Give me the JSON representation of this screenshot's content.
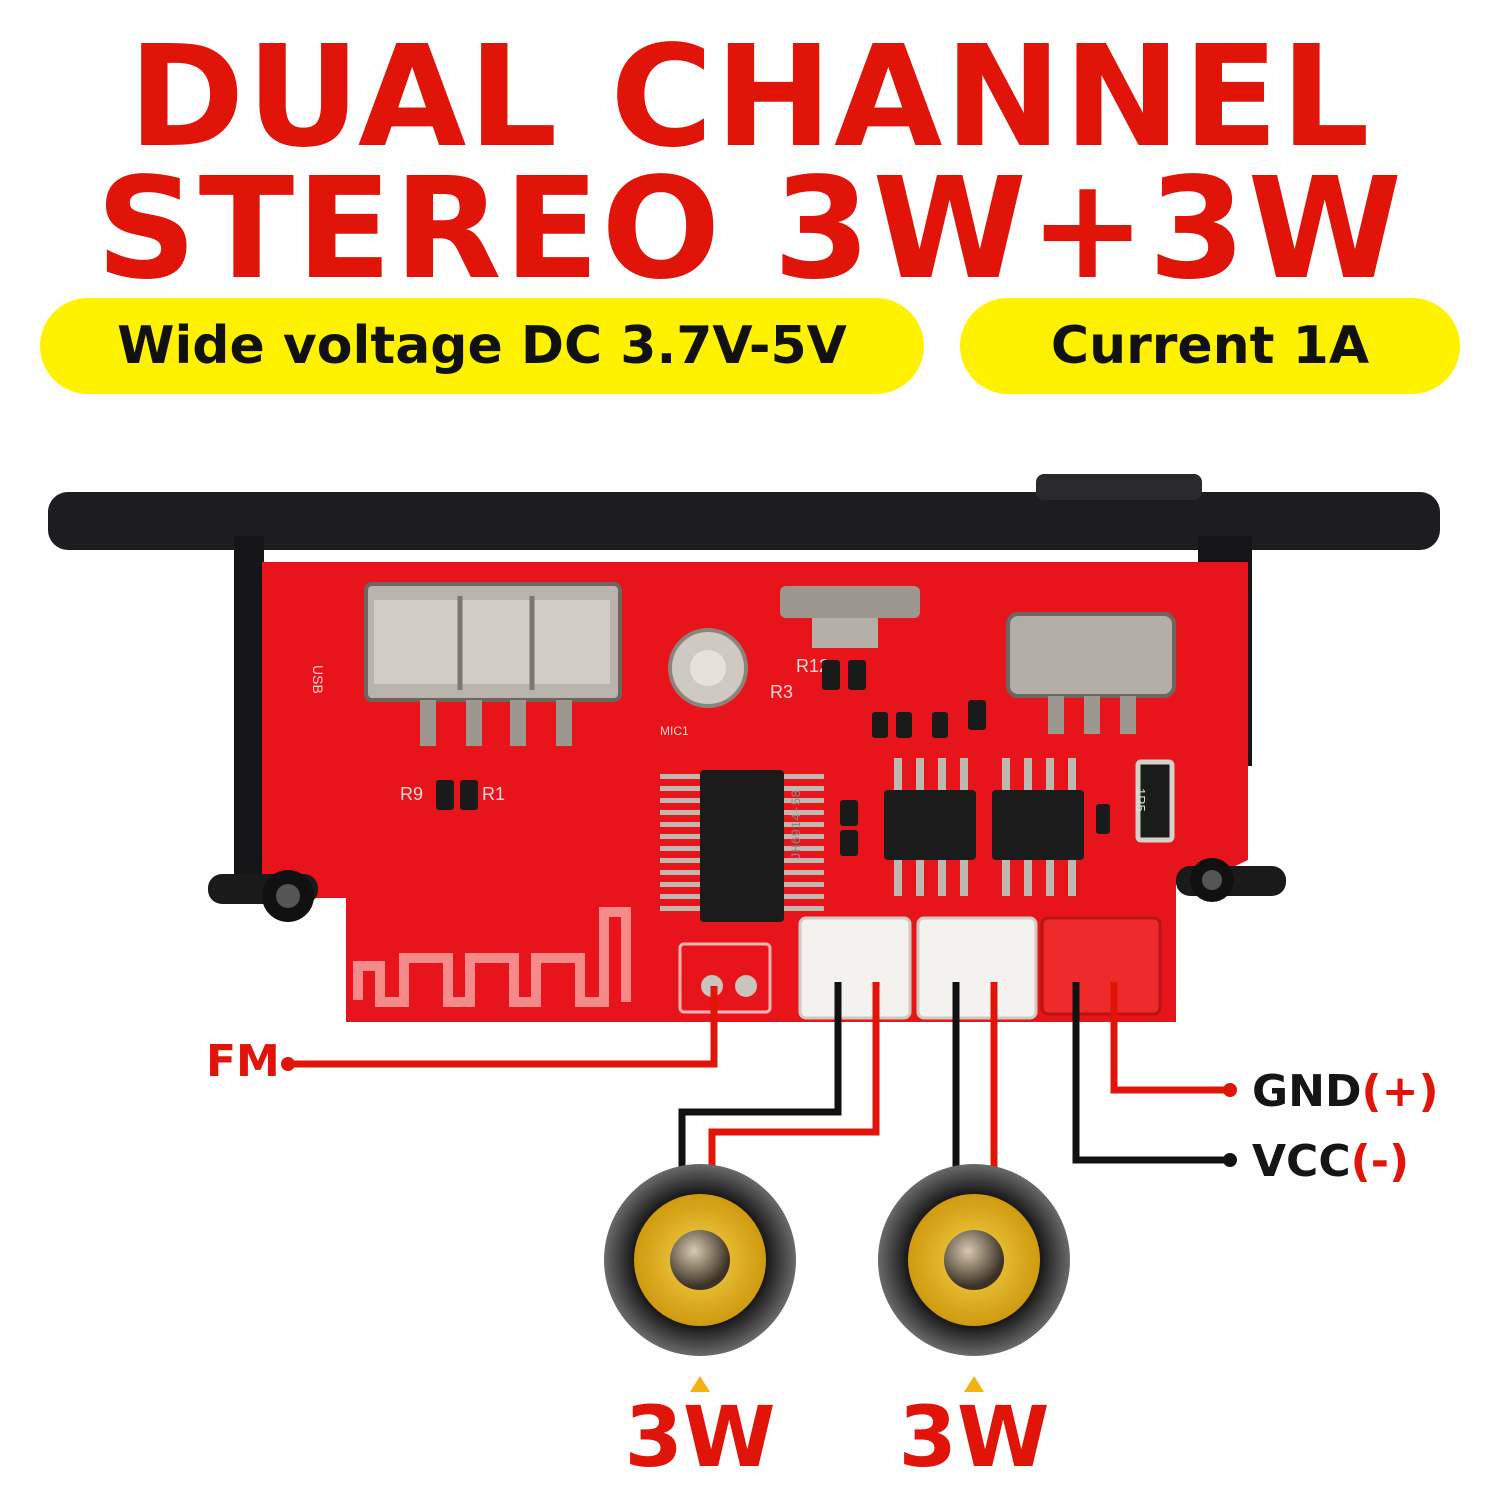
{
  "headline": {
    "line1": "DUAL CHANNEL",
    "line2": "STEREO 3W+3W"
  },
  "badges": {
    "voltage": "Wide voltage DC 3.7V-5V",
    "current": "Current 1A"
  },
  "connections": {
    "fm": "FM",
    "gnd": "GND",
    "gnd_polarity": "(+)",
    "vcc": "VCC",
    "vcc_polarity": "(-)"
  },
  "speakers": [
    {
      "power": "3W"
    },
    {
      "power": "3W"
    }
  ],
  "board_markings": {
    "usb": "USB",
    "r9": "R9",
    "r1": "R1",
    "r3": "R3",
    "r12": "R12",
    "resistor": "1R5",
    "chip": "JH6914-58",
    "mic": "MIC1"
  },
  "colors": {
    "accent_red": "#e01408",
    "badge_yellow": "#fff200",
    "board_red": "#e8141b",
    "bezel_black": "#1d1d1f",
    "cone_yellow": "#e3b21a"
  }
}
